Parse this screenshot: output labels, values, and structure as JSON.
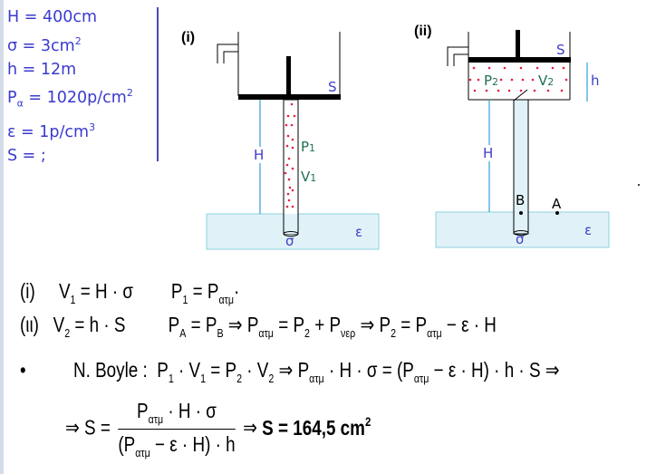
{
  "givens": [
    [
      {
        "t": "H = 400cm"
      }
    ],
    [
      {
        "t": "σ = 3cm"
      },
      {
        "sup": "2"
      }
    ],
    [
      {
        "t": "h = 12m"
      }
    ],
    [
      {
        "t": "P"
      },
      {
        "sub": "α"
      },
      {
        "t": " = 1020p/cm"
      },
      {
        "sup": "2"
      }
    ],
    [
      {
        "t": "ε = 1p/cm"
      },
      {
        "sup": "3"
      }
    ],
    [
      {
        "t": "S = ;"
      }
    ]
  ],
  "diagram_i": {
    "title": "(i)",
    "S": "S",
    "H": "H",
    "P": "P",
    "P_sub": "1",
    "V": "V",
    "V_sub": "1",
    "sigma": "σ",
    "epsilon": "ε"
  },
  "diagram_ii": {
    "title": "(ii)",
    "S": "S",
    "H": "H",
    "h": "h",
    "P": "P",
    "P_sub": "2",
    "V": "V",
    "V_sub": "2",
    "B": "B",
    "A": "A",
    "sigma": "σ",
    "epsilon": "ε"
  },
  "equations": [
    [
      {
        "t": "(i)     V"
      },
      {
        "sub": "1"
      },
      {
        "t": " = H · σ        P"
      },
      {
        "sub": "1"
      },
      {
        "t": " = P"
      },
      {
        "sub": "ατμ"
      },
      {
        "t": "·"
      }
    ],
    [
      {
        "t": "(ιι)   V"
      },
      {
        "sub": "2"
      },
      {
        "t": " = h · S         P"
      },
      {
        "sub": "A"
      },
      {
        "t": " = P"
      },
      {
        "sub": "B"
      },
      {
        "t": " ⇒ P"
      },
      {
        "sub": "ατμ"
      },
      {
        "t": " = P"
      },
      {
        "sub": "2"
      },
      {
        "t": " + P"
      },
      {
        "sub": "νερ"
      },
      {
        "t": " ⇒ P"
      },
      {
        "sub": "2"
      },
      {
        "t": " = P"
      },
      {
        "sub": "ατμ"
      },
      {
        "t": " − ε · H"
      }
    ],
    [
      {
        "t": "•          N. Boyle :  P"
      },
      {
        "sub": "1"
      },
      {
        "t": " · V"
      },
      {
        "sub": "1"
      },
      {
        "t": " = P"
      },
      {
        "sub": "2"
      },
      {
        "t": " · V"
      },
      {
        "sub": "2"
      },
      {
        "t": " ⇒ P"
      },
      {
        "sub": "ατμ"
      },
      {
        "t": " · H · σ = (P"
      },
      {
        "sub": "ατμ"
      },
      {
        "t": " − ε · H) · h · S ⇒"
      }
    ]
  ],
  "final": {
    "lead": "⇒ S =",
    "numerator": [
      {
        "t": "P"
      },
      {
        "sub": "ατμ"
      },
      {
        "t": " · H · σ"
      }
    ],
    "denominator": [
      {
        "t": "(P"
      },
      {
        "sub": "ατμ"
      },
      {
        "t": " − ε · H) · h"
      }
    ],
    "arrow": "⇒",
    "result": "S = 164,5 cm",
    "result_sup": "2"
  }
}
